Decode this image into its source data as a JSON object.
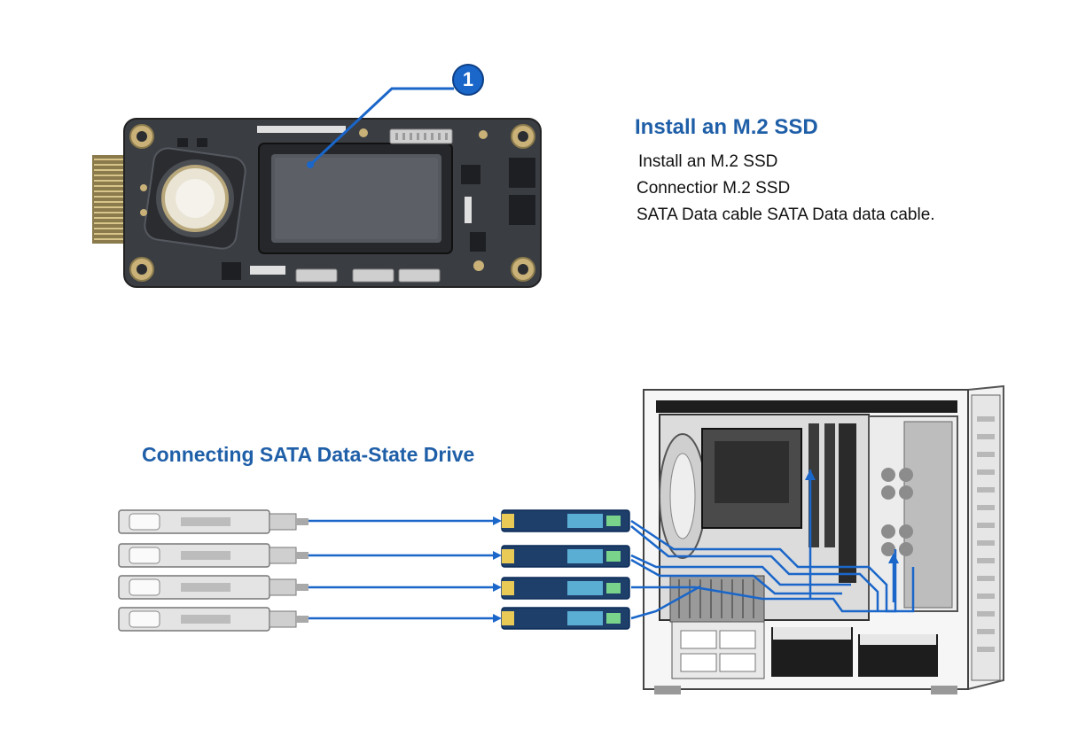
{
  "callout": {
    "number": "1"
  },
  "install_section": {
    "heading": "Install an M.2 SSD",
    "lines": [
      "Install an M.2 SSD",
      "Connectior M.2 SSD",
      "SATA Data cable SATA Data data cable."
    ]
  },
  "sata_section": {
    "heading": "Connecting SATA Data-State Drive"
  },
  "colors": {
    "accent": "#1f5fa8",
    "cable": "#1a66c9",
    "pcb": "#3a3d42",
    "gold": "#c9b178"
  }
}
